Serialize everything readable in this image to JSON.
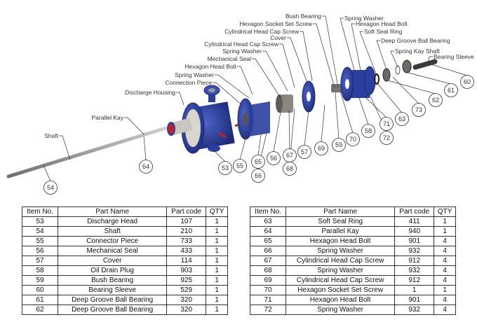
{
  "diagram": {
    "labels_left": [
      "Shaft",
      "Parallel Kay",
      "Discharge Housing",
      "Connection Piece",
      "Spring Washer",
      "Hexagon Head Bolt",
      "Mechanical Seal",
      "Spring Washer",
      "Cylindrical Head Cap Screw",
      "Cover",
      "Cylindrical Head Cap Screw",
      "Hexagon Socket Set Screw",
      "Bush Bearing"
    ],
    "labels_right": [
      "Spring Washer",
      "Hexagon Head Bolt",
      "Soft Seal Ring",
      "Deep Groove Ball Bearing",
      "Spring Kay Shaft",
      "Bearing Sleeve"
    ],
    "callouts": [
      "54",
      "64",
      "53",
      "55",
      "65",
      "66",
      "56",
      "67",
      "68",
      "57",
      "69",
      "59",
      "70",
      "58",
      "71",
      "72",
      "63",
      "73",
      "62",
      "61",
      "60"
    ],
    "colors": {
      "housing": "#2b3f9e",
      "shaft": "#9a9a96",
      "seal": "#cc1f1f",
      "liner": "#d8d6cf"
    }
  },
  "tables": {
    "headers": [
      "Item No.",
      "Part Name",
      "Part code",
      "QTY"
    ],
    "left": [
      [
        "53",
        "Discharge Head",
        "107",
        "1"
      ],
      [
        "54",
        "Shaft",
        "210",
        "1"
      ],
      [
        "55",
        "Connector Piece",
        "733",
        "1"
      ],
      [
        "56",
        "Mechanical Seal",
        "433",
        "1"
      ],
      [
        "57",
        "Cover",
        "114",
        "1"
      ],
      [
        "58",
        "Oil Drain Plug",
        "903",
        "1"
      ],
      [
        "59",
        "Bush Bearing",
        "925",
        "1"
      ],
      [
        "60",
        "Bearing Sleeve",
        "529",
        "1"
      ],
      [
        "61",
        "Deep Groove Ball Bearing",
        "320",
        "1"
      ],
      [
        "62",
        "Deep Groove Ball Bearing",
        "320",
        "1"
      ]
    ],
    "right": [
      [
        "63",
        "Soft Seal Ring",
        "411",
        "1"
      ],
      [
        "64",
        "Parallel Kay",
        "940",
        "1"
      ],
      [
        "65",
        "Hexagon Head Bolt",
        "901",
        "4"
      ],
      [
        "66",
        "Spring Washer",
        "932",
        "4"
      ],
      [
        "67",
        "Cylindrical Head Cap Screw",
        "912",
        "4"
      ],
      [
        "68",
        "Spring Washer",
        "932",
        "4"
      ],
      [
        "69",
        "Cylindrical Head Cap Screw",
        "912",
        "4"
      ],
      [
        "70",
        "Hexagon Socket Set Screw",
        "1",
        "1"
      ],
      [
        "71",
        "Hexagon Head Bolt",
        "901",
        "4"
      ],
      [
        "72",
        "Spring Washer",
        "932",
        "4"
      ]
    ]
  }
}
